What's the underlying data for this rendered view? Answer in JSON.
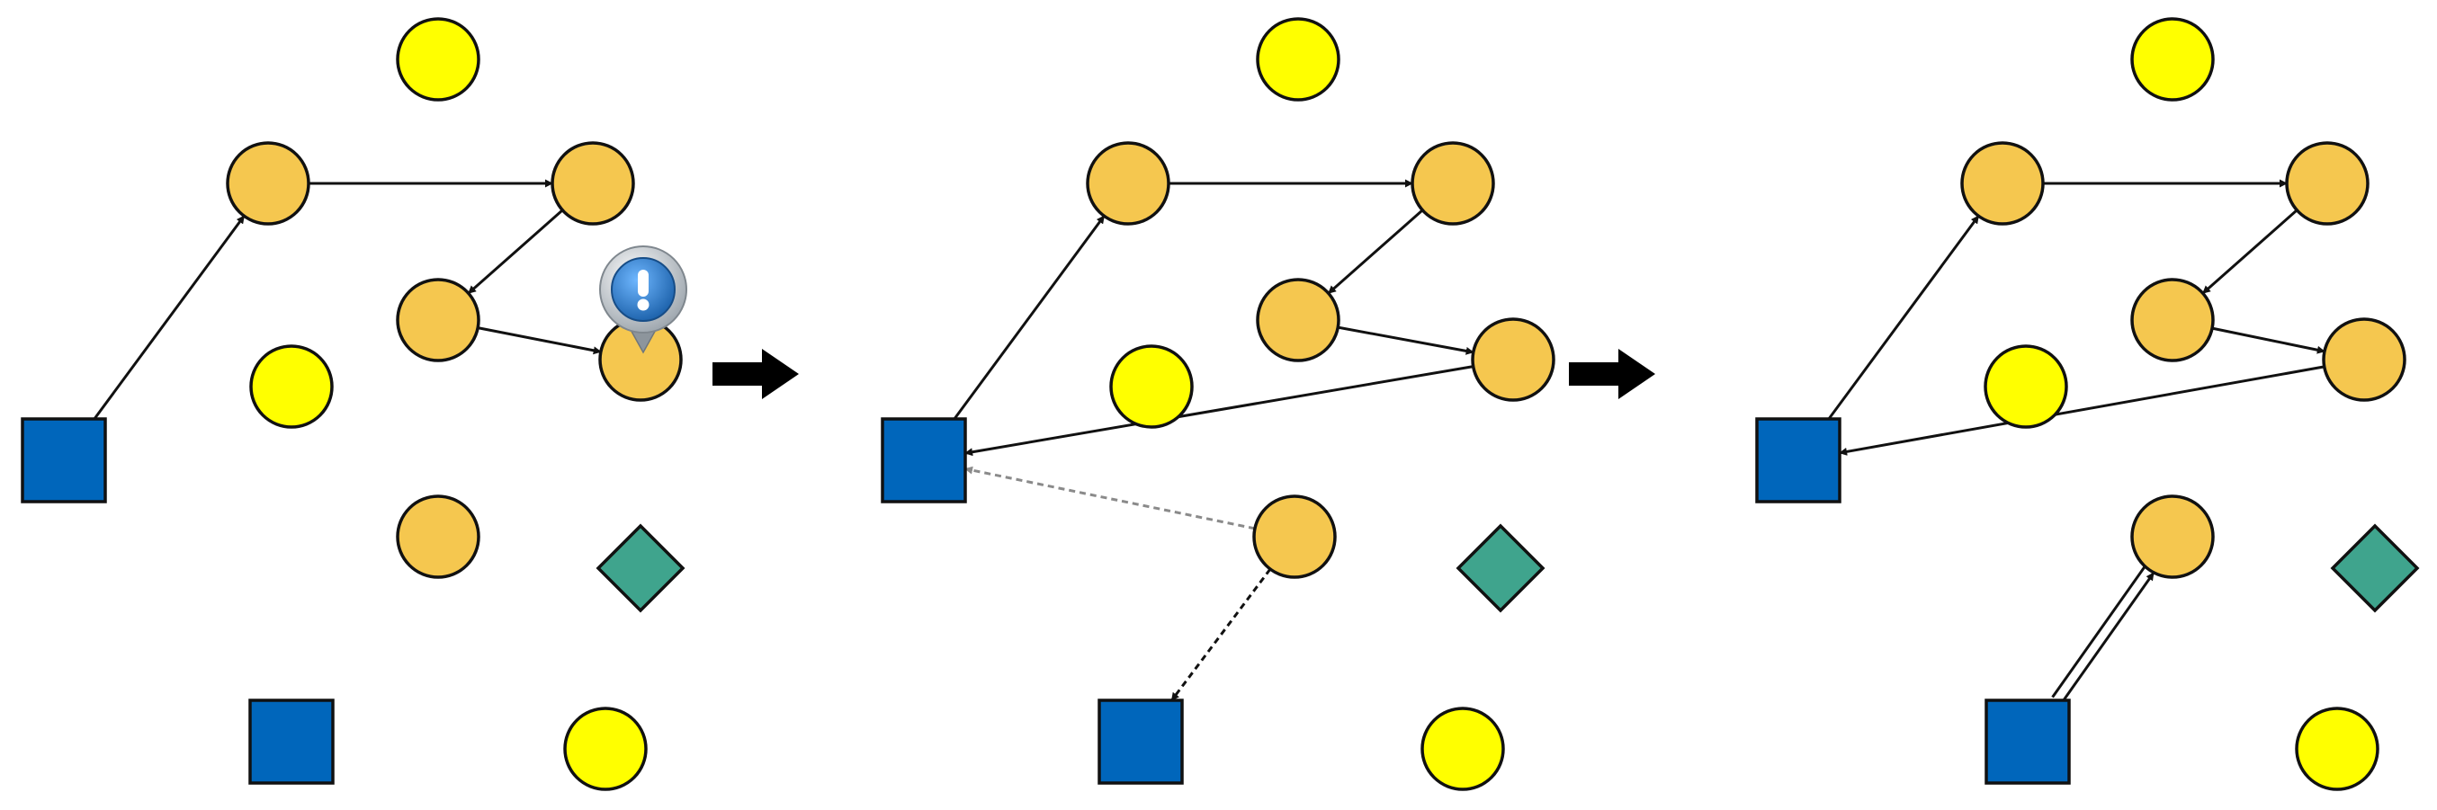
{
  "colors": {
    "orange_node": "#F5C74F",
    "yellow_node": "#FFFF00",
    "blue_square": "#0066BB",
    "teal_diamond": "#3FA48D",
    "stroke": "#111111",
    "gray_dashed": "#8a8a8a",
    "step_arrow": "#000000",
    "pin_body": "#bfc6cc",
    "pin_badge": "#2a7fd0"
  },
  "icons": {
    "alert_marker": "alert-pin-icon",
    "step_arrow": "right-arrow-icon"
  },
  "panels": [
    {
      "id": "panel-1",
      "nodes": [
        {
          "id": "y-top",
          "kind": "yellow-circle"
        },
        {
          "id": "o-a",
          "kind": "orange-circle"
        },
        {
          "id": "o-b",
          "kind": "orange-circle"
        },
        {
          "id": "o-c",
          "kind": "orange-circle"
        },
        {
          "id": "o-d",
          "kind": "orange-circle",
          "alert": true
        },
        {
          "id": "y-mid",
          "kind": "yellow-circle"
        },
        {
          "id": "sq-main",
          "kind": "blue-square"
        },
        {
          "id": "o-e",
          "kind": "orange-circle"
        },
        {
          "id": "dia",
          "kind": "teal-diamond"
        },
        {
          "id": "sq-low",
          "kind": "blue-square"
        },
        {
          "id": "y-low",
          "kind": "yellow-circle"
        }
      ],
      "edges": [
        {
          "from": "sq-main",
          "to": "o-a",
          "style": "solid"
        },
        {
          "from": "o-a",
          "to": "o-b",
          "style": "solid"
        },
        {
          "from": "o-b",
          "to": "o-c",
          "style": "solid"
        },
        {
          "from": "o-c",
          "to": "o-d",
          "style": "solid"
        }
      ]
    },
    {
      "id": "panel-2",
      "nodes": [
        {
          "id": "y-top",
          "kind": "yellow-circle"
        },
        {
          "id": "o-a",
          "kind": "orange-circle"
        },
        {
          "id": "o-b",
          "kind": "orange-circle"
        },
        {
          "id": "o-c",
          "kind": "orange-circle"
        },
        {
          "id": "o-d",
          "kind": "orange-circle"
        },
        {
          "id": "y-mid",
          "kind": "yellow-circle"
        },
        {
          "id": "sq-main",
          "kind": "blue-square"
        },
        {
          "id": "o-e",
          "kind": "orange-circle"
        },
        {
          "id": "dia",
          "kind": "teal-diamond"
        },
        {
          "id": "sq-low",
          "kind": "blue-square"
        },
        {
          "id": "y-low",
          "kind": "yellow-circle"
        }
      ],
      "edges": [
        {
          "from": "sq-main",
          "to": "o-a",
          "style": "solid"
        },
        {
          "from": "o-a",
          "to": "o-b",
          "style": "solid"
        },
        {
          "from": "o-b",
          "to": "o-c",
          "style": "solid"
        },
        {
          "from": "o-c",
          "to": "o-d",
          "style": "solid"
        },
        {
          "from": "o-d",
          "to": "sq-main",
          "style": "solid"
        },
        {
          "from": "o-e",
          "to": "sq-main",
          "style": "dashed-gray"
        },
        {
          "from": "o-e",
          "to": "sq-low",
          "style": "dashed-black"
        }
      ]
    },
    {
      "id": "panel-3",
      "nodes": [
        {
          "id": "y-top",
          "kind": "yellow-circle"
        },
        {
          "id": "o-a",
          "kind": "orange-circle"
        },
        {
          "id": "o-b",
          "kind": "orange-circle"
        },
        {
          "id": "o-c",
          "kind": "orange-circle"
        },
        {
          "id": "o-d",
          "kind": "orange-circle"
        },
        {
          "id": "y-mid",
          "kind": "yellow-circle"
        },
        {
          "id": "sq-main",
          "kind": "blue-square"
        },
        {
          "id": "o-e",
          "kind": "orange-circle"
        },
        {
          "id": "dia",
          "kind": "teal-diamond"
        },
        {
          "id": "sq-low",
          "kind": "blue-square"
        },
        {
          "id": "y-low",
          "kind": "yellow-circle"
        }
      ],
      "edges": [
        {
          "from": "sq-main",
          "to": "o-a",
          "style": "solid"
        },
        {
          "from": "o-a",
          "to": "o-b",
          "style": "solid"
        },
        {
          "from": "o-b",
          "to": "o-c",
          "style": "solid"
        },
        {
          "from": "o-c",
          "to": "o-d",
          "style": "solid"
        },
        {
          "from": "o-d",
          "to": "sq-main",
          "style": "solid"
        },
        {
          "from": "sq-low",
          "to": "o-e",
          "style": "double"
        }
      ]
    }
  ]
}
